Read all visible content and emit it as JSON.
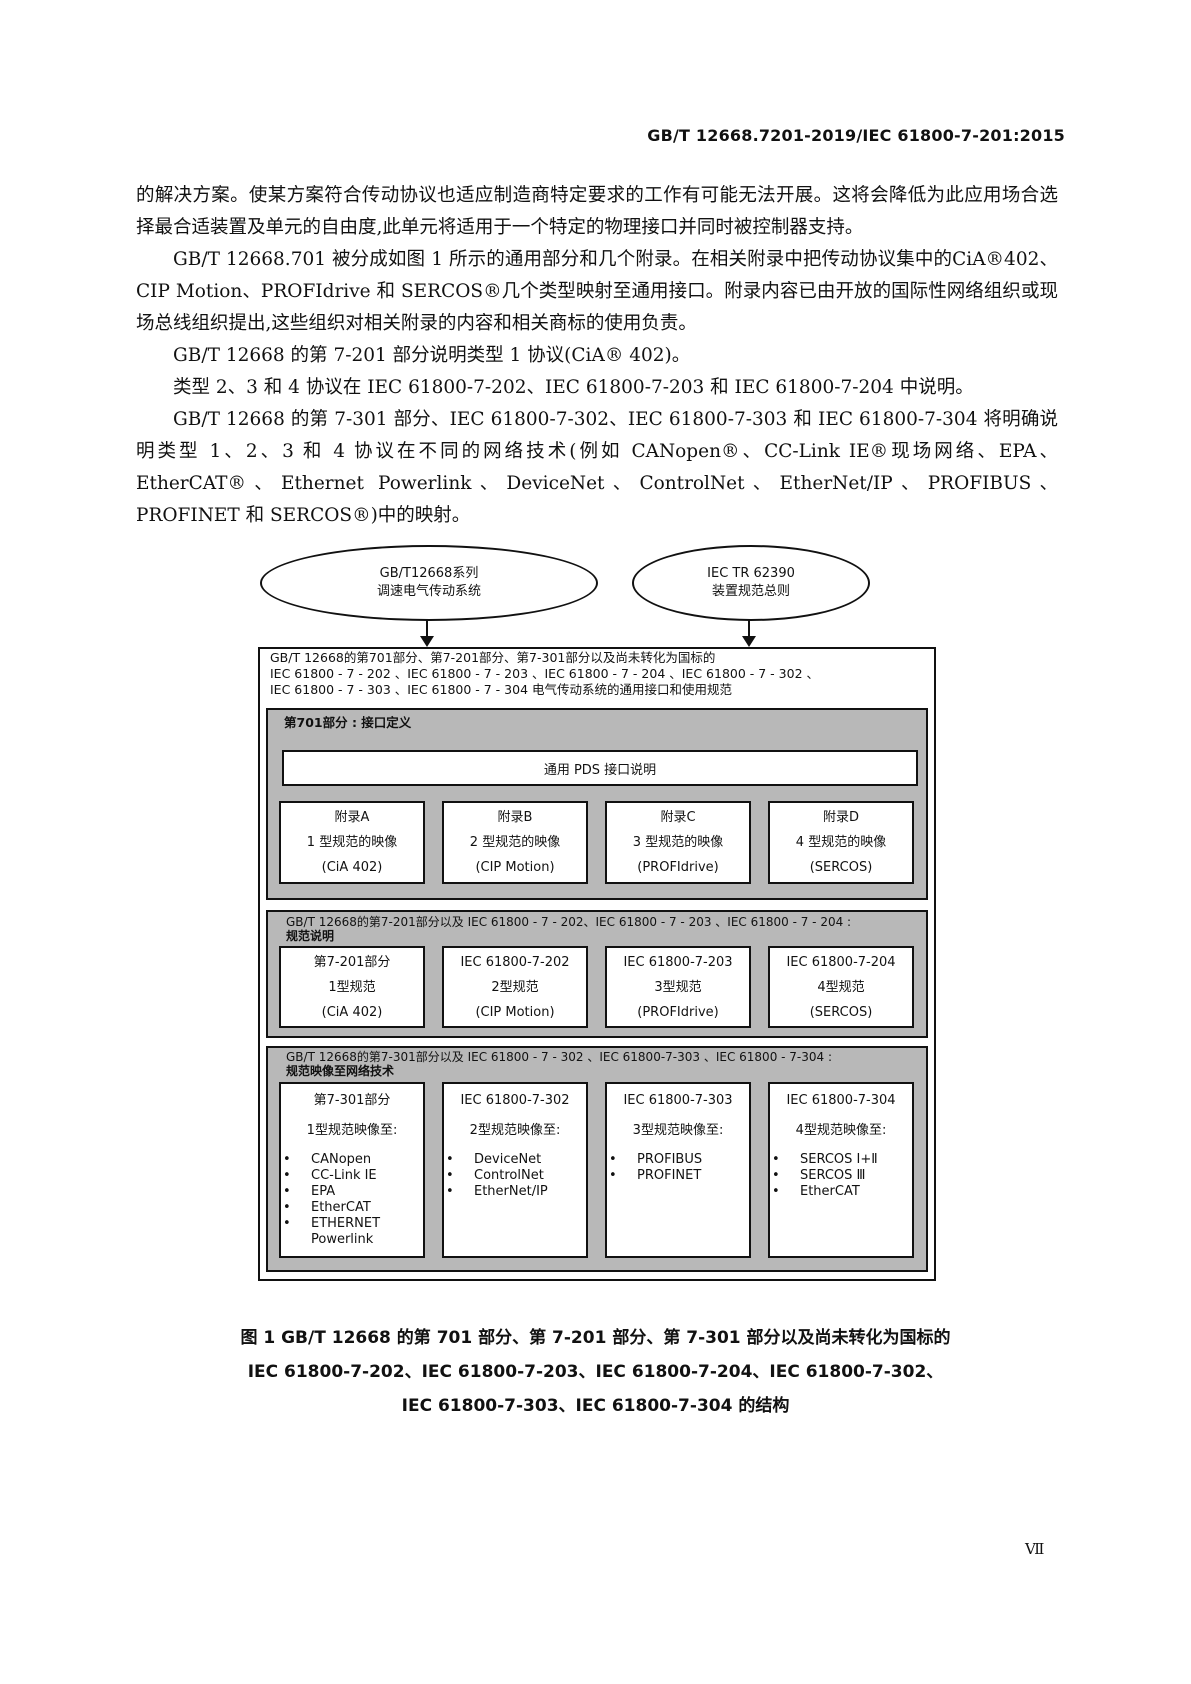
{
  "header": "GB/T 12668.7201-2019/IEC 61800-7-201:2015",
  "paragraphs": [
    "的解决方案。使某方案符合传动协议也适应制造商特定要求的工作有可能无法开展。这将会降低为此应用场合选择最合适装置及单元的自由度,此单元将适用于一个特定的物理接口并同时被控制器支持。",
    "GB/T 12668.701 被分成如图 1 所示的通用部分和几个附录。在相关附录中把传动协议集中的CiA®402、CIP Motion、PROFIdrive 和 SERCOS®几个类型映射至通用接口。附录内容已由开放的国际性网络组织或现场总线组织提出,这些组织对相关附录的内容和相关商标的使用负责。",
    "GB/T 12668 的第 7-201 部分说明类型 1 协议(CiA® 402)。",
    "类型 2、3 和 4 协议在 IEC 61800-7-202、IEC 61800-7-203 和 IEC 61800-7-204 中说明。",
    "GB/T 12668 的第 7-301 部分、IEC 61800-7-302、IEC 61800-7-303 和 IEC 61800-7-304 将明确说明类型 1、2、3 和 4 协议在不同的网络技术(例如 CANopen®、CC-Link IE®现场网络、EPA、EtherCAT®、Ethernet Powerlink、DeviceNet、ControlNet、EtherNet/IP、PROFIBUS、PROFINET 和 SERCOS®)中的映射。"
  ],
  "diagram": {
    "ellipse_left": {
      "line1": "GB/T12668系列",
      "line2": "调速电气传动系统"
    },
    "ellipse_right": {
      "line1": "IEC TR 62390",
      "line2": "装置规范总则"
    },
    "frame_title": {
      "line1": "GB/T  12668的第701部分、第7-201部分、第7-301部分以及尚未转化为国标的",
      "line2": "IEC  61800 - 7 - 202 、IEC 61800 - 7 - 203 、IEC   61800 - 7 - 204 、IEC 61800 - 7 - 302 、",
      "line3": "IEC  61800 - 7 - 303 、IEC  61800 - 7 - 304 电气传动系统的通用接口和使用规范"
    },
    "panel1": {
      "title": "第701部分 : 接口定义",
      "wide_box": "通用  PDS  接口说明",
      "boxes": [
        {
          "l1": "附录A",
          "l2": "1  型规范的映像",
          "l3": "(CiA   402)"
        },
        {
          "l1": "附录B",
          "l2": "2  型规范的映像",
          "l3": "(CIP  Motion)"
        },
        {
          "l1": "附录C",
          "l2": "3  型规范的映像",
          "l3": "(PROFIdrive)"
        },
        {
          "l1": "附录D",
          "l2": "4  型规范的映像",
          "l3": "(SERCOS)"
        }
      ]
    },
    "panel2": {
      "title1": "GB/T    12668的第7-201部分以及  IEC  61800 - 7 - 202、IEC   61800 - 7 - 203 、IEC   61800 - 7 - 204 :",
      "title2": "规范说明",
      "boxes": [
        {
          "l1": "第7-201部分",
          "l2": "1型规范",
          "l3": "(CiA  402)"
        },
        {
          "l1": "IEC  61800-7-202",
          "l2": "2型规范",
          "l3": "(CIP  Motion)"
        },
        {
          "l1": "IEC  61800-7-203",
          "l2": "3型规范",
          "l3": "(PROFIdrive)"
        },
        {
          "l1": "IEC  61800-7-204",
          "l2": "4型规范",
          "l3": "(SERCOS)"
        }
      ]
    },
    "panel3": {
      "title1": "GB/T 12668的第7-301部分以及  IEC 61800 - 7 - 302 、IEC  61800-7-303 、IEC 61800 - 7-304 :",
      "title2": "规范映像至网络技术",
      "boxes": [
        {
          "head": "第7-301部分",
          "sub": "1型规范映像至:",
          "items": [
            "CANopen",
            "CC-Link  IE",
            "EPA",
            "EtherCAT",
            "ETHERNET",
            "Powerlink"
          ]
        },
        {
          "head": "IEC  61800-7-302",
          "sub": "2型规范映像至:",
          "items": [
            "DeviceNet",
            "ControlNet",
            "EtherNet/IP"
          ]
        },
        {
          "head": "IEC  61800-7-303",
          "sub": "3型规范映像至:",
          "items": [
            "PROFIBUS",
            "PROFINET"
          ]
        },
        {
          "head": "IEC  61800-7-304",
          "sub": "4型规范映像至:",
          "items": [
            "SERCOS  Ⅰ+Ⅱ",
            "SERCOS Ⅲ",
            "EtherCAT"
          ]
        }
      ]
    }
  },
  "caption": {
    "line1": "图 1   GB/T 12668 的第 701 部分、第 7-201 部分、第 7-301 部分以及尚未转化为国标的",
    "line2": "IEC 61800-7-202、IEC 61800-7-203、IEC 61800-7-204、IEC 61800-7-302、",
    "line3": "IEC 61800-7-303、IEC 61800-7-304 的结构"
  },
  "page_number": "Ⅶ"
}
